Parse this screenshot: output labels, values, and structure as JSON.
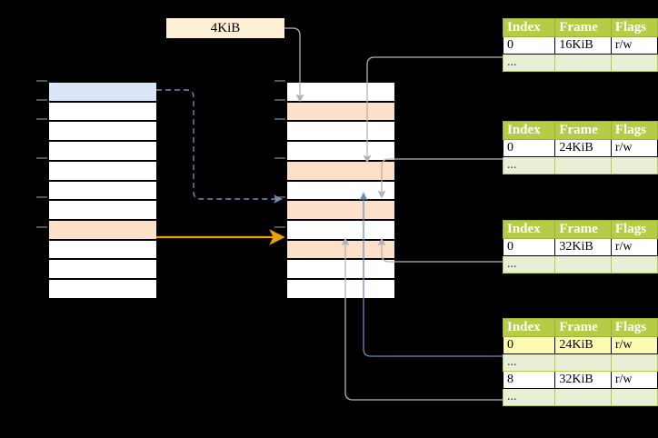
{
  "diagram": {
    "title": "page-table-translation-diagram",
    "background_color": "#000000",
    "size_label": {
      "text": "4KiB",
      "bg": "#fdf0d5"
    },
    "colors": {
      "header_green": "#b5cc47",
      "dots_row": "#e9efd6",
      "highlight_yellow": "#fdfbb0",
      "peach_cell": "#fde0c8",
      "blue_cell": "#d9e6f8",
      "orange_arrow": "#e8a200",
      "blue_arrow": "#6a8fc4",
      "gray_arrow": "#b3b3b3"
    }
  },
  "left_stack": {
    "name": "virtual-memory-column",
    "rows": 11,
    "highlights": [
      {
        "index": 0,
        "style": "blue"
      },
      {
        "index": 7,
        "style": "peach"
      }
    ]
  },
  "middle_stack": {
    "name": "physical-memory-column",
    "rows": 11,
    "highlights": [
      {
        "index": 1,
        "style": "peach"
      },
      {
        "index": 4,
        "style": "peach"
      },
      {
        "index": 6,
        "style": "peach"
      },
      {
        "index": 8,
        "style": "peach"
      }
    ]
  },
  "page_tables": [
    {
      "id": "page-table-1",
      "columns": [
        "Index",
        "Frame",
        "Flags"
      ],
      "rows": [
        {
          "cells": [
            "0",
            "16KiB",
            "r/w"
          ],
          "highlight": []
        },
        {
          "cells": [
            "...",
            "",
            ""
          ],
          "dots": true
        }
      ]
    },
    {
      "id": "page-table-2",
      "columns": [
        "Index",
        "Frame",
        "Flags"
      ],
      "rows": [
        {
          "cells": [
            "0",
            "24KiB",
            "r/w"
          ],
          "highlight": []
        },
        {
          "cells": [
            "...",
            "",
            ""
          ],
          "dots": true
        }
      ]
    },
    {
      "id": "page-table-3",
      "columns": [
        "Index",
        "Frame",
        "Flags"
      ],
      "rows": [
        {
          "cells": [
            "0",
            "32KiB",
            "r/w"
          ],
          "highlight": []
        },
        {
          "cells": [
            "...",
            "",
            ""
          ],
          "dots": true
        }
      ]
    },
    {
      "id": "page-table-4",
      "columns": [
        "Index",
        "Frame",
        "Flags"
      ],
      "rows": [
        {
          "cells": [
            "0",
            "24KiB",
            "r/w"
          ],
          "highlight": [
            0,
            1,
            2
          ]
        },
        {
          "cells": [
            "...",
            "",
            ""
          ],
          "dots": true
        },
        {
          "cells": [
            "8",
            "32KiB",
            "r/w"
          ],
          "highlight": []
        },
        {
          "cells": [
            "...",
            "",
            ""
          ],
          "dots": true
        }
      ]
    }
  ]
}
